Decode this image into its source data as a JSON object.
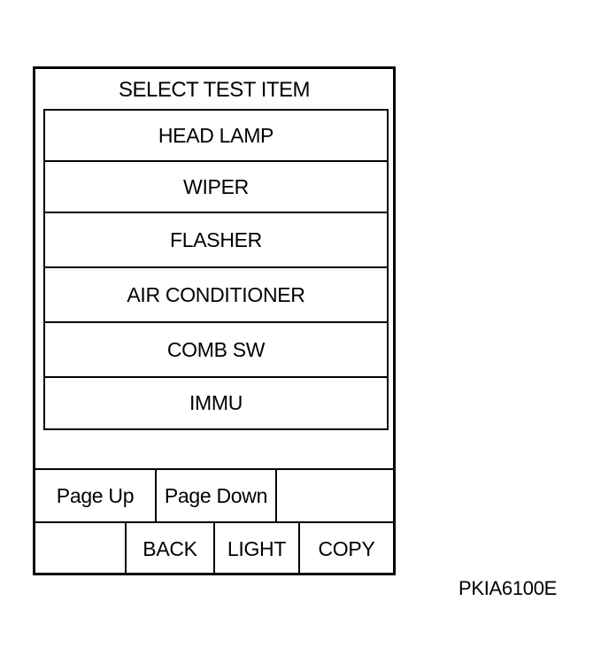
{
  "screen": {
    "title": "SELECT TEST ITEM",
    "menu_items": [
      {
        "label": "HEAD LAMP"
      },
      {
        "label": "WIPER"
      },
      {
        "label": "FLASHER"
      },
      {
        "label": "AIR CONDITIONER"
      },
      {
        "label": "COMB SW"
      },
      {
        "label": "IMMU"
      }
    ],
    "page_buttons": {
      "page_up": "Page Up",
      "page_down": "Page Down"
    },
    "bottom_buttons": {
      "back": "BACK",
      "light": "LIGHT",
      "copy": "COPY"
    }
  },
  "figure_code": "PKIA6100E"
}
